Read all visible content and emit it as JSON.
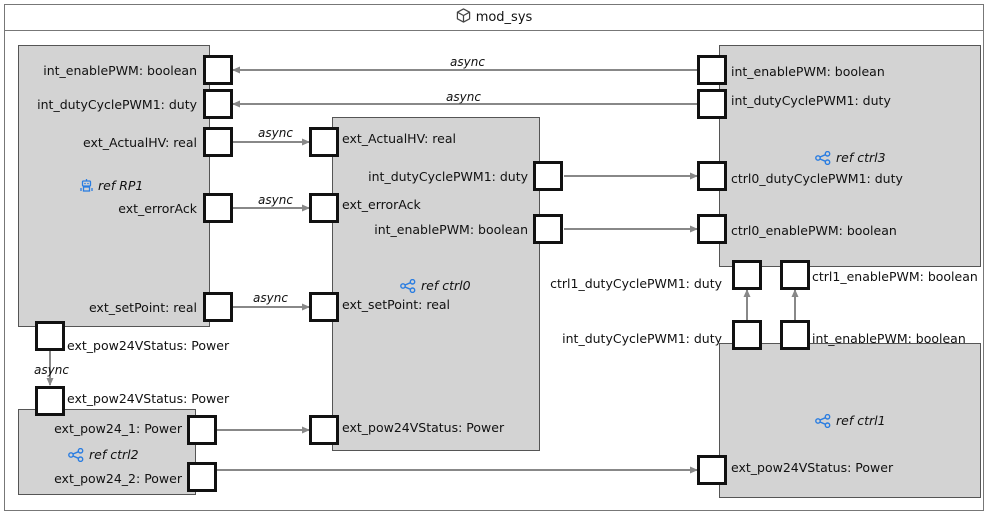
{
  "title": "mod_sys",
  "title_icon": "cube-icon",
  "accent_color": "#2a7de1",
  "blocks": {
    "rp1": {
      "ref": "ref RP1",
      "icon": "robot-icon",
      "ports": {
        "int_enablePWM": "int_enablePWM: boolean",
        "int_dutyCyclePWM1": "int_dutyCyclePWM1: duty",
        "ext_ActualHV": "ext_ActualHV: real",
        "ext_errorAck": "ext_errorAck",
        "ext_setPoint": "ext_setPoint: real",
        "ext_pow24VStatus": "ext_pow24VStatus: Power"
      }
    },
    "ctrl0": {
      "ref": "ref ctrl0",
      "icon": "share-nodes-icon",
      "ports": {
        "ext_ActualHV": "ext_ActualHV: real",
        "ext_errorAck": "ext_errorAck",
        "int_dutyCyclePWM1": "int_dutyCyclePWM1: duty",
        "int_enablePWM": "int_enablePWM: boolean",
        "ext_setPoint": "ext_setPoint: real",
        "ext_pow24VStatus": "ext_pow24VStatus: Power"
      }
    },
    "ctrl2": {
      "ref": "ref ctrl2",
      "icon": "share-nodes-icon",
      "ports": {
        "ext_pow24VStatus": "ext_pow24VStatus: Power",
        "ext_pow24_1": "ext_pow24_1: Power",
        "ext_pow24_2": "ext_pow24_2: Power"
      }
    },
    "ctrl3": {
      "ref": "ref ctrl3",
      "icon": "share-nodes-icon",
      "ports": {
        "int_enablePWM": "int_enablePWM: boolean",
        "int_dutyCyclePWM1": "int_dutyCyclePWM1: duty",
        "ctrl0_dutyCyclePWM1": "ctrl0_dutyCyclePWM1: duty",
        "ctrl0_enablePWM": "ctrl0_enablePWM: boolean",
        "ctrl1_dutyCyclePWM1": "ctrl1_dutyCyclePWM1: duty",
        "ctrl1_enablePWM": "ctrl1_enablePWM: boolean"
      }
    },
    "ctrl1": {
      "ref": "ref ctrl1",
      "icon": "share-nodes-icon",
      "ports": {
        "int_dutyCyclePWM1": "int_dutyCyclePWM1: duty",
        "int_enablePWM": "int_enablePWM: boolean",
        "ext_pow24VStatus": "ext_pow24VStatus: Power"
      }
    }
  },
  "connectors": {
    "async_label": "async"
  }
}
